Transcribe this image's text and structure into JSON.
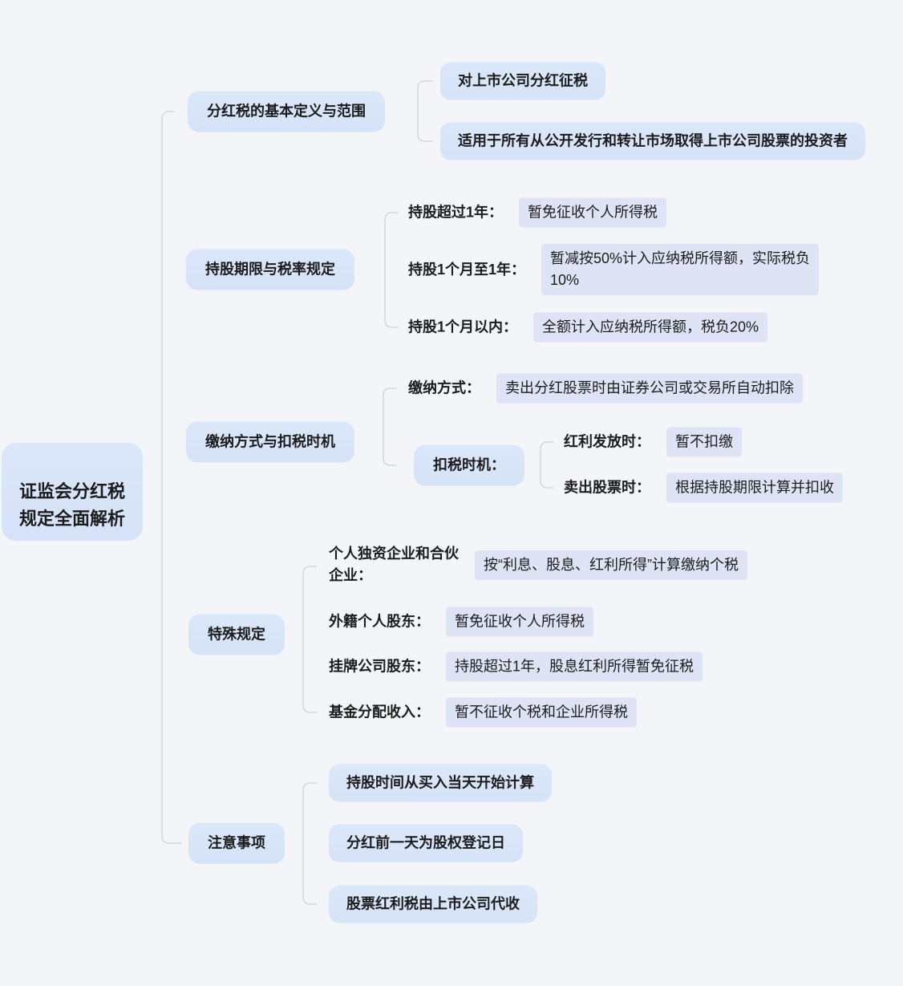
{
  "mindmap": {
    "root_label": "证监会分红税\n规定全面解析",
    "branches": [
      {
        "label": "分红税的基本定义与范围",
        "children": [
          {
            "label": "对上市公司分红征税"
          },
          {
            "label": "适用于所有从公开发行和转让市场取得上市公司股票的投资者"
          }
        ]
      },
      {
        "label": "持股期限与税率规定",
        "rows": [
          {
            "key": "持股超过1年：",
            "value": "暂免征收个人所得税"
          },
          {
            "key": "持股1个月至1年：",
            "value": "暂减按50%计入应纳税所得额，实际税负\n10%"
          },
          {
            "key": "持股1个月以内：",
            "value": "全额计入应纳税所得额，税负20%"
          }
        ]
      },
      {
        "label": "缴纳方式与扣税时机",
        "rows": [
          {
            "key": "缴纳方式：",
            "value": "卖出分红股票时由证券公司或交易所自动扣除"
          }
        ],
        "subtopic": {
          "label": "扣税时机：",
          "rows": [
            {
              "key": "红利发放时：",
              "value": "暂不扣缴"
            },
            {
              "key": "卖出股票时：",
              "value": "根据持股期限计算并扣收"
            }
          ]
        }
      },
      {
        "label": "特殊规定",
        "rows": [
          {
            "key": "个人独资企业和合伙\n企业：",
            "value": "按“利息、股息、红利所得”计算缴纳个税"
          },
          {
            "key": "外籍个人股东：",
            "value": "暂免征收个人所得税"
          },
          {
            "key": "挂牌公司股东：",
            "value": "持股超过1年，股息红利所得暂免征税"
          },
          {
            "key": "基金分配收入：",
            "value": "暂不征收个税和企业所得税"
          }
        ]
      },
      {
        "label": "注意事项",
        "children": [
          {
            "label": "持股时间从买入当天开始计算"
          },
          {
            "label": "分红前一天为股权登记日"
          },
          {
            "label": "股票红利税由上市公司代收"
          }
        ]
      }
    ],
    "colors": {
      "page_background": "#f3f5f9",
      "topic_bubble": "#d7e5f8",
      "value_highlight": "#dee3f6",
      "connector_line": "#d6d8dc"
    }
  }
}
